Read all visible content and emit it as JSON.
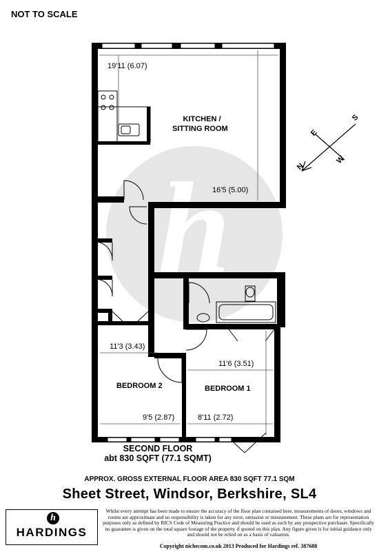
{
  "header": {
    "scale_note": "NOT TO SCALE"
  },
  "rooms": {
    "kitchen_line1": "KITCHEN /",
    "kitchen_line2": "SITTING ROOM",
    "bedroom2": "BEDROOM 2",
    "bedroom1": "BEDROOM 1"
  },
  "dimensions": {
    "kitchen_width": "19'11 (6.07)",
    "kitchen_depth": "16'5 (5.00)",
    "bedroom2_depth": "11'3 (3.43)",
    "bedroom2_width": "9'5 (2.87)",
    "bedroom1_depth": "11'6 (3.51)",
    "bedroom1_width": "8'11 (2.72)"
  },
  "compass": {
    "n": "N",
    "e": "E",
    "s": "S",
    "w": "W"
  },
  "floor": {
    "name": "SECOND FLOOR",
    "area": "abt 830 SQFT (77.1 SQMT)"
  },
  "footer": {
    "gross_area": "APPROX. GROSS EXTERNAL FLOOR AREA 830 SQFT 77.1 SQM",
    "address": "Sheet Street, Windsor, Berkshire, SL4",
    "agent_name": "HARDINGS",
    "logo_letter": "h",
    "disclaimer": "Whilst every attempt has been made to ensure the accuracy of the floor plan contained here, measurements of doors, windows and rooms are approximate and no responsibility is taken for any error, omission or misstatement. These plans are for representation purposes only as defined by RICS Code of Measuring Practice and should be used as such by any prospective purchaser. Specifically no guarantee is given on the total square footage of the property if quoted on this plan. Any figure given is for initial guidance only and should not be relied on as a basis of valuation.",
    "copyright": "Copyright nichecom.co.uk 2013   Produced for Hardings   ref. 387688"
  },
  "colors": {
    "wall": "#000000",
    "watermark": "#e6e6e6",
    "line": "#555555"
  }
}
